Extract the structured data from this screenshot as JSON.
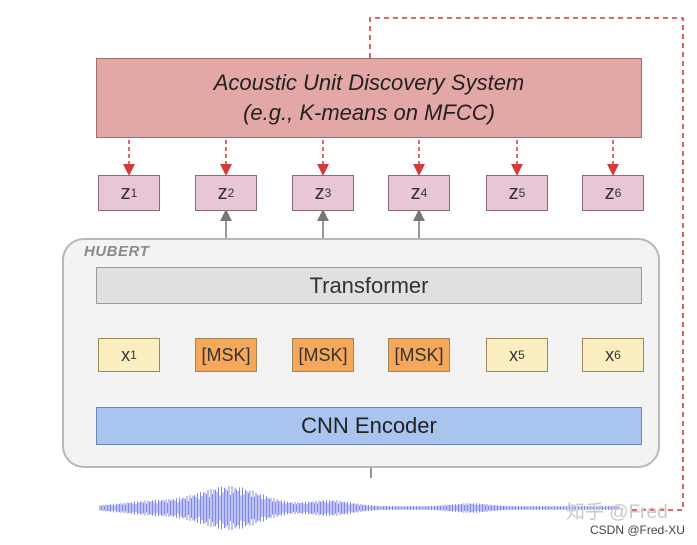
{
  "diagram": {
    "aud_system": {
      "line1": "Acoustic Unit Discovery System",
      "line2": "(e.g., K-means on MFCC)"
    },
    "targets": [
      {
        "base": "z",
        "sub": "1"
      },
      {
        "base": "z",
        "sub": "2"
      },
      {
        "base": "z",
        "sub": "3"
      },
      {
        "base": "z",
        "sub": "4"
      },
      {
        "base": "z",
        "sub": "5"
      },
      {
        "base": "z",
        "sub": "6"
      }
    ],
    "hubert_label": "HUBERT",
    "transformer_label": "Transformer",
    "inputs": [
      {
        "base": "x",
        "sub": "1",
        "masked": false
      },
      {
        "text": "[MSK]",
        "masked": true
      },
      {
        "text": "[MSK]",
        "masked": true
      },
      {
        "text": "[MSK]",
        "masked": true
      },
      {
        "base": "x",
        "sub": "5",
        "masked": false
      },
      {
        "base": "x",
        "sub": "6",
        "masked": false
      }
    ],
    "cnn_label": "CNN Encoder",
    "colors": {
      "aud_fill": "#e3a8a6",
      "target_fill": "#e8c6d6",
      "masked_fill": "#f5a75a",
      "input_fill": "#fbefc2",
      "cnn_fill": "#a9c4ef",
      "waveform": "#6b73e8",
      "dashed_arrow": "#d33a3a"
    }
  },
  "watermark": {
    "zhihu": "知乎 @Fred",
    "csdn": "CSDN @Fred-XU"
  }
}
